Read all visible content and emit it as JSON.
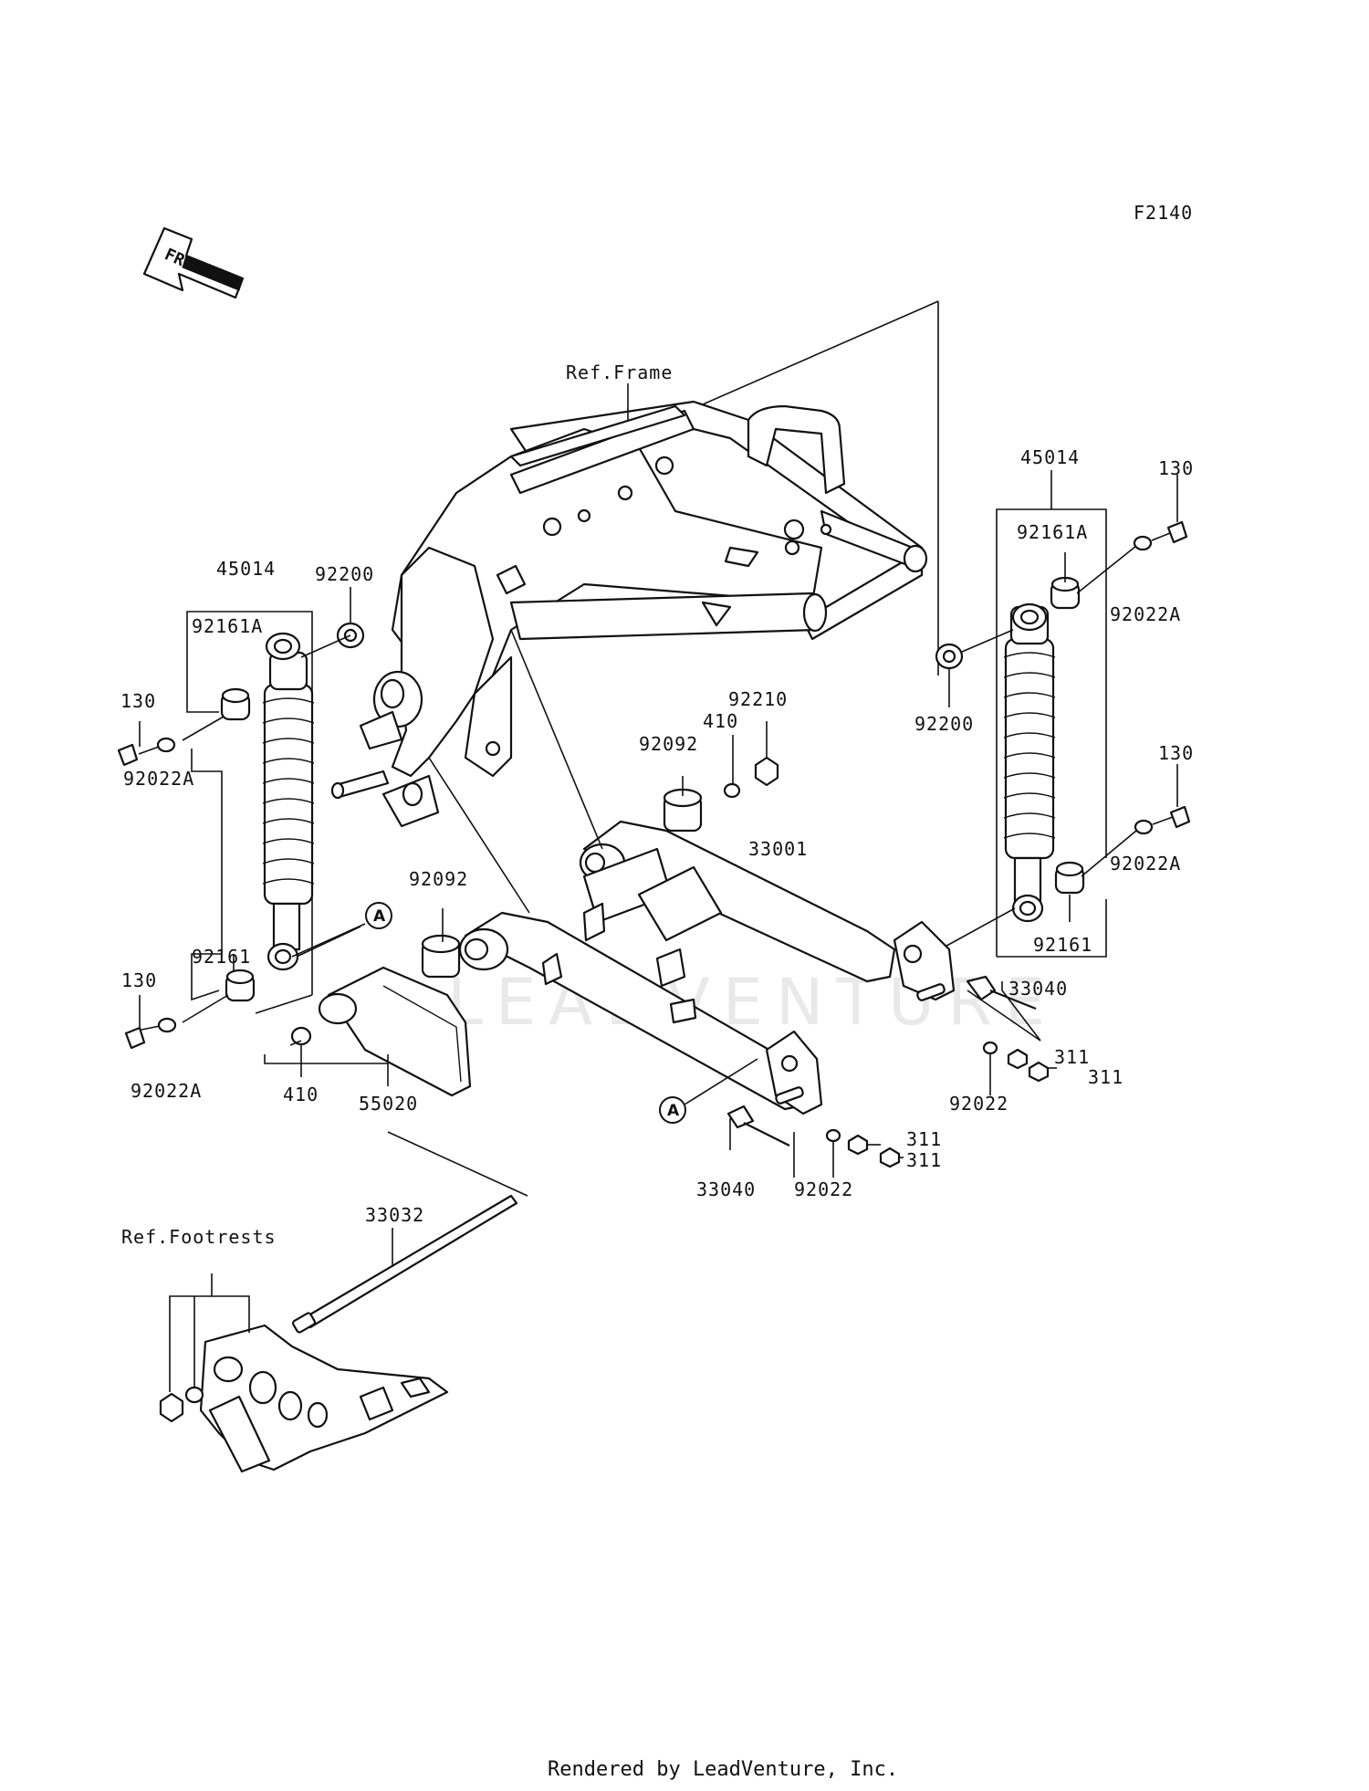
{
  "figure_code": "F2140",
  "front_label": "FRONT",
  "watermark": "LEADVENTURE",
  "footer": "Rendered by LeadVenture, Inc.",
  "references": {
    "frame": "Ref.Frame",
    "footrests": "Ref.Footrests"
  },
  "callout": "A",
  "parts": {
    "shock_left": "45014",
    "shock_right": "45014",
    "washer_92200_left": "92200",
    "washer_92200_right": "92200",
    "bushing_92161A_left": "92161A",
    "bushing_92161A_right": "92161A",
    "bushing_92161_left": "92161",
    "bushing_92161_right": "92161",
    "bolt_130_left_upper": "130",
    "bolt_130_left_lower": "130",
    "bolt_130_right_upper": "130",
    "bolt_130_right_lower": "130",
    "washer_92022A_left_upper": "92022A",
    "washer_92022A_left_lower": "92022A",
    "washer_92022A_right_upper": "92022A",
    "washer_92022A_right_lower": "92022A",
    "nut_92210": "92210",
    "washer_410_upper": "410",
    "washer_410_lower": "410",
    "bushing_92092_upper": "92092",
    "bushing_92092_lower": "92092",
    "swingarm": "33001",
    "adjuster_33040_right": "33040",
    "adjuster_33040_left": "33040",
    "nut_311_a": "311",
    "nut_311_b": "311",
    "nut_311_c": "311",
    "nut_311_d": "311",
    "washer_92022_right": "92022",
    "washer_92022_left": "92022",
    "chain_guard": "55020",
    "pivot_shaft": "33032"
  }
}
